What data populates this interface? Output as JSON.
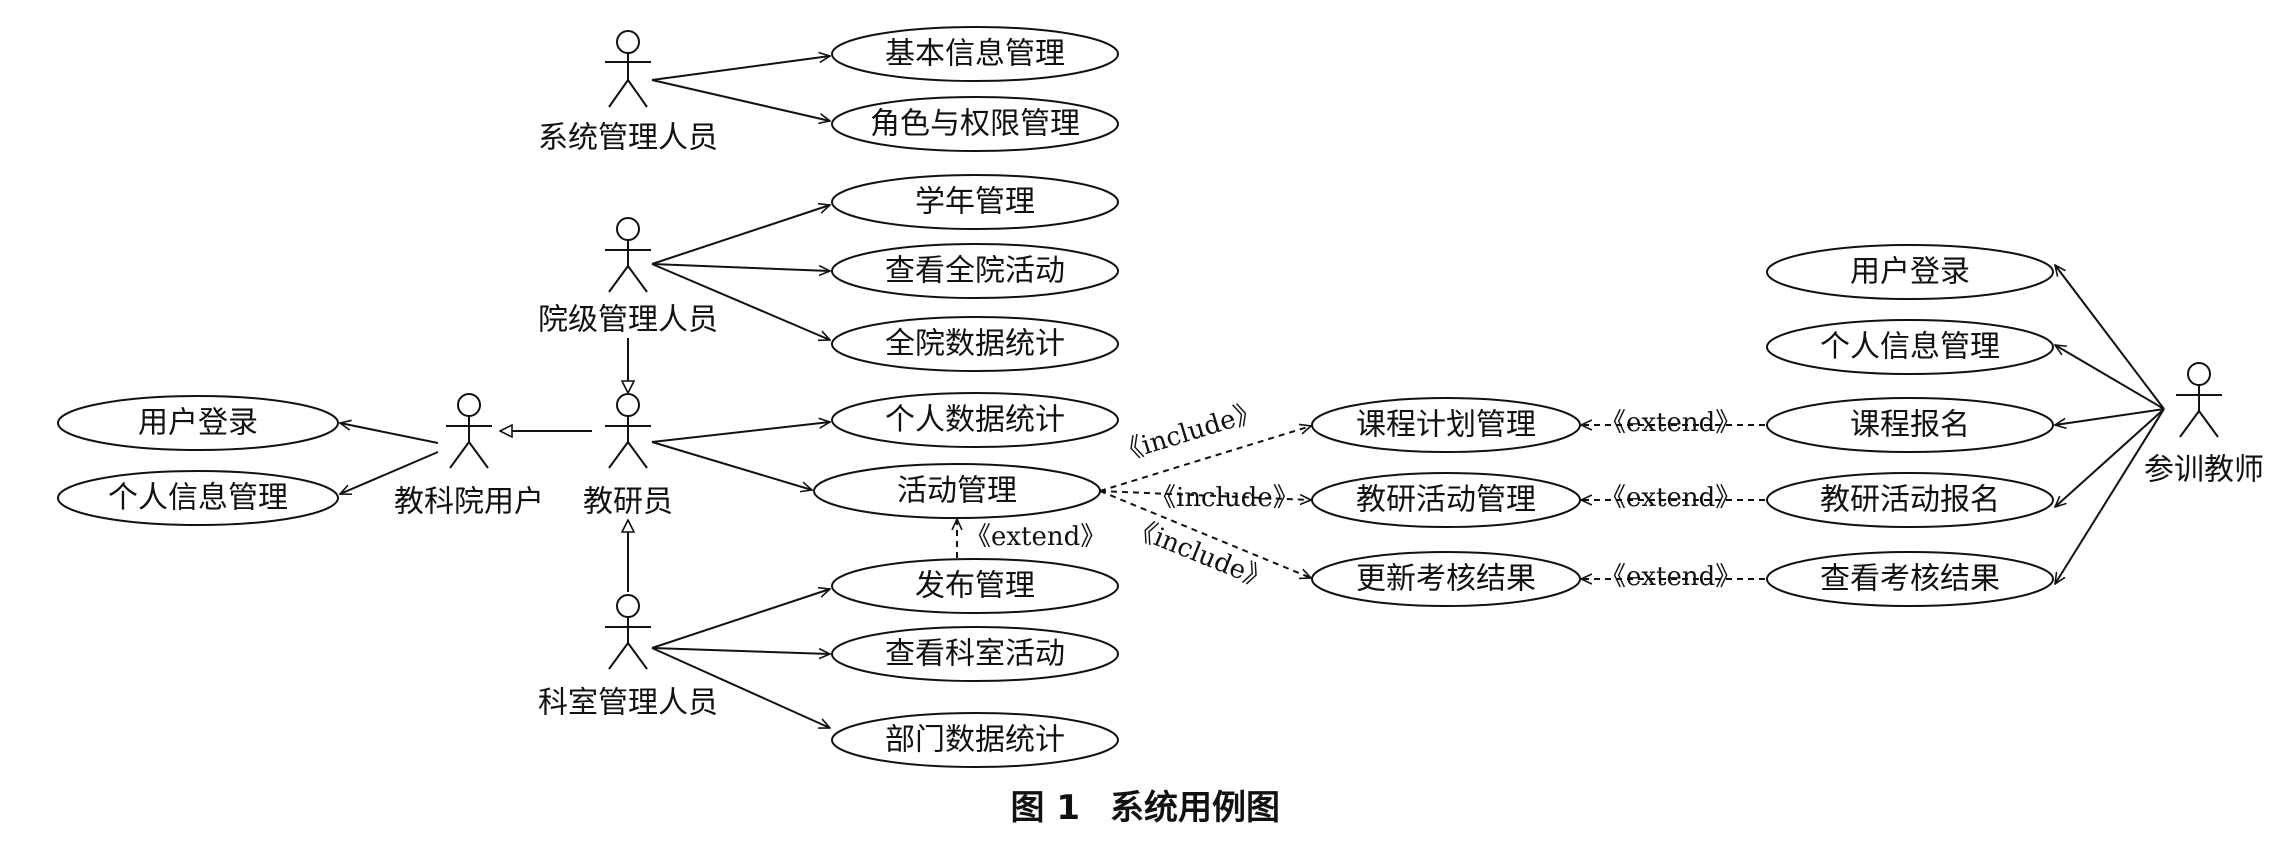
{
  "actors": {
    "sys_admin": "系统管理人员",
    "college_admin": "院级管理人员",
    "college_user": "教科院用户",
    "researcher": "教研员",
    "office_admin": "科室管理人员",
    "trainee": "参训教师"
  },
  "use_cases": {
    "basic_info": "基本信息管理",
    "roles_permissions": "角色与权限管理",
    "school_year": "学年管理",
    "view_all_activities": "查看全院活动",
    "college_stats": "全院数据统计",
    "personal_stats": "个人数据统计",
    "activity_mgmt": "活动管理",
    "publish_mgmt": "发布管理",
    "view_office_activities": "查看科室活动",
    "dept_stats": "部门数据统计",
    "left_login": "用户登录",
    "left_profile": "个人信息管理",
    "course_plan": "课程计划管理",
    "research_activity_mgmt": "教研活动管理",
    "update_results": "更新考核结果",
    "trainee_login": "用户登录",
    "trainee_profile": "个人信息管理",
    "course_signup": "课程报名",
    "activity_signup": "教研活动报名",
    "view_results": "查看考核结果"
  },
  "stereotypes": {
    "include": "《include》",
    "extend": "《extend》"
  },
  "caption": {
    "figure_no": "图 1",
    "title": "系统用例图"
  }
}
